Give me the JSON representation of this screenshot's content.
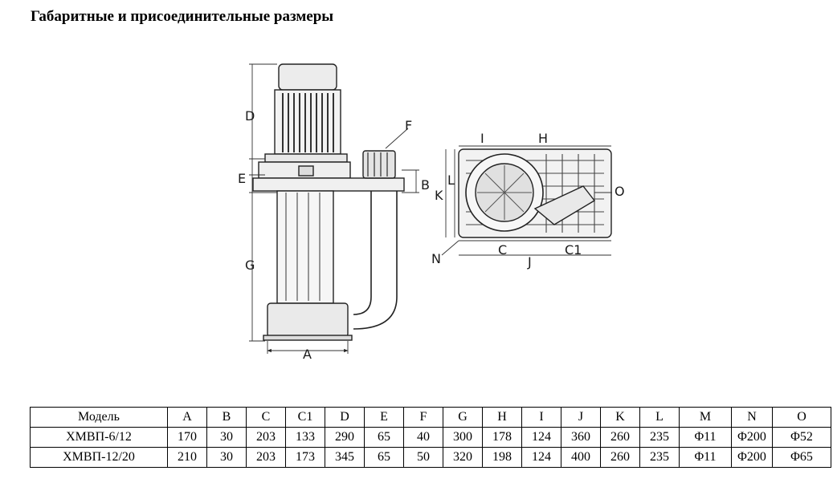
{
  "title": "Габаритные и присоединительные размеры",
  "drawing_labels": {
    "A": "A",
    "B": "B",
    "C": "C",
    "C1": "C1",
    "D": "D",
    "E": "E",
    "F": "F",
    "G": "G",
    "H": "H",
    "I": "I",
    "J": "J",
    "K": "K",
    "L": "L",
    "N": "N",
    "O": "O"
  },
  "table": {
    "headers": [
      "Модель",
      "A",
      "B",
      "C",
      "C1",
      "D",
      "E",
      "F",
      "G",
      "H",
      "I",
      "J",
      "K",
      "L",
      "M",
      "N",
      "O"
    ],
    "rows": [
      [
        "ХМВП-6/12",
        "170",
        "30",
        "203",
        "133",
        "290",
        "65",
        "40",
        "300",
        "178",
        "124",
        "360",
        "260",
        "235",
        "Φ11",
        "Φ200",
        "Φ52"
      ],
      [
        "ХМВП-12/20",
        "210",
        "30",
        "203",
        "173",
        "345",
        "65",
        "50",
        "320",
        "198",
        "124",
        "400",
        "260",
        "235",
        "Φ11",
        "Φ200",
        "Φ65"
      ]
    ]
  }
}
